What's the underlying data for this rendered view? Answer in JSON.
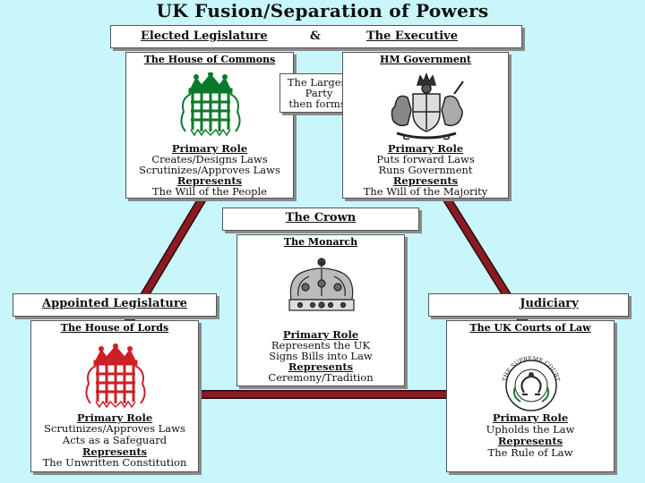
{
  "title": "UK Fusion/Separation of Powers",
  "header_bar": {
    "left": "Elected Legislature",
    "amp": "&",
    "right": "The Executive"
  },
  "commons": {
    "title": "The House of Commons",
    "role_heading": "Primary Role",
    "role_lines": [
      "Creates/Designs Laws",
      "Scrutinizes/Approves Laws"
    ],
    "represents_heading": "Represents",
    "represents_line": "The Will of the People"
  },
  "party_note": [
    "The Largest",
    "Party",
    "then forms:"
  ],
  "government": {
    "title": "HM Government",
    "role_heading": "Primary Role",
    "role_lines": [
      "Puts forward Laws",
      "Runs Government"
    ],
    "represents_heading": "Represents",
    "represents_line": "The Will of the Majority"
  },
  "crown_bar": "The Crown",
  "monarch": {
    "title": "The Monarch",
    "role_heading": "Primary Role",
    "role_lines": [
      "Represents the UK",
      "Signs Bills into Law"
    ],
    "represents_heading": "Represents",
    "represents_line": "Ceremony/Tradition"
  },
  "appointed_bar": "Appointed Legislature",
  "lords": {
    "title": "The House of Lords",
    "role_heading": "Primary Role",
    "role_lines": [
      "Scrutinizes/Approves Laws",
      "Acts as a Safeguard"
    ],
    "represents_heading": "Represents",
    "represents_line": "The Unwritten Constitution"
  },
  "judiciary_bar": "Judiciary",
  "courts": {
    "title": "The UK Courts of Law",
    "seal_text": "THE SUPREME COURT",
    "role_heading": "Primary Role",
    "role_lines": [
      "Upholds the Law"
    ],
    "represents_heading": "Represents",
    "represents_line": "The Rule of Law"
  },
  "colors": {
    "background": "#c8f6fa",
    "connector": "#8b1a22",
    "commons_green": "#0a7a2a",
    "lords_red": "#cc1f26"
  },
  "icons": [
    "portcullis-icon",
    "royal-coat-of-arms-icon",
    "crown-icon",
    "supreme-court-seal-icon"
  ]
}
